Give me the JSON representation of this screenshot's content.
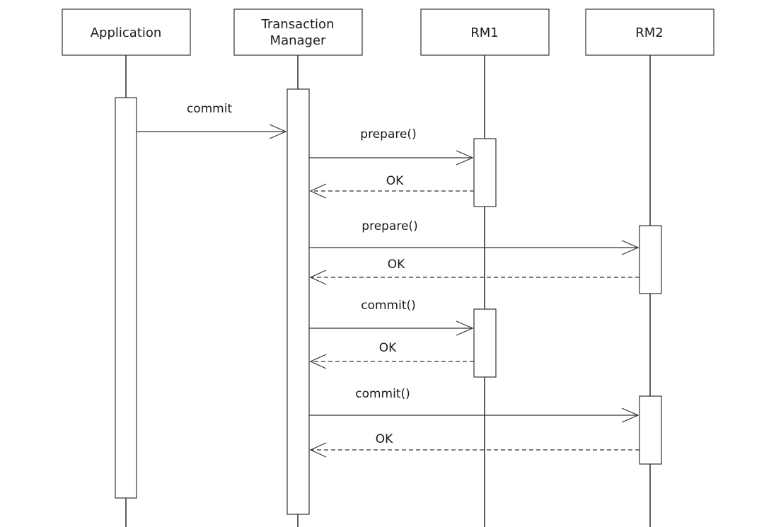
{
  "participants": [
    {
      "id": "app",
      "lines": [
        "Application"
      ]
    },
    {
      "id": "tm",
      "lines": [
        "Transaction",
        "Manager"
      ]
    },
    {
      "id": "rm1",
      "lines": [
        "RM1"
      ]
    },
    {
      "id": "rm2",
      "lines": [
        "RM2"
      ]
    }
  ],
  "messages": [
    {
      "from": "app",
      "to": "tm",
      "label": "commit",
      "style": "solid"
    },
    {
      "from": "tm",
      "to": "rm1",
      "label": "prepare()",
      "style": "solid"
    },
    {
      "from": "rm1",
      "to": "tm",
      "label": "OK",
      "style": "dashed"
    },
    {
      "from": "tm",
      "to": "rm2",
      "label": "prepare()",
      "style": "solid"
    },
    {
      "from": "rm2",
      "to": "tm",
      "label": "OK",
      "style": "dashed"
    },
    {
      "from": "tm",
      "to": "rm1",
      "label": "commit()",
      "style": "solid"
    },
    {
      "from": "rm1",
      "to": "tm",
      "label": "OK",
      "style": "dashed"
    },
    {
      "from": "tm",
      "to": "rm2",
      "label": "commit()",
      "style": "solid"
    },
    {
      "from": "rm2",
      "to": "tm",
      "label": "OK",
      "style": "dashed"
    }
  ]
}
